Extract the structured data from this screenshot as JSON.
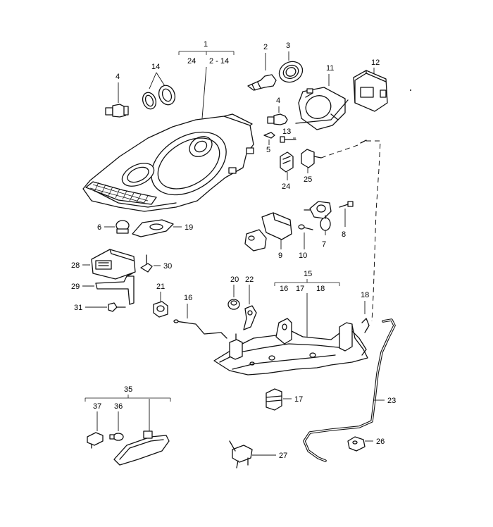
{
  "callouts": {
    "c1": "1",
    "c2": "2",
    "c3": "3",
    "c4a": "4",
    "c4b": "4",
    "c5": "5",
    "c6": "6",
    "c7": "7",
    "c8": "8",
    "c9": "9",
    "c10": "10",
    "c11": "11",
    "c12": "12",
    "c13": "13",
    "c14": "14",
    "c15": "15",
    "c16a": "16",
    "c16b": "16",
    "c17a": "17",
    "c17b": "17",
    "c18a": "18",
    "c18b": "18",
    "c19": "19",
    "c20": "20",
    "c21": "21",
    "c22": "22",
    "c23": "23",
    "c24a": "24",
    "c24b": "24",
    "c25": "25",
    "c26": "26",
    "c27": "27",
    "c28": "28",
    "c29": "29",
    "c30": "30",
    "c31": "31",
    "c35": "35",
    "c36": "36",
    "c37": "37",
    "range_2_14": "2 - 14"
  }
}
